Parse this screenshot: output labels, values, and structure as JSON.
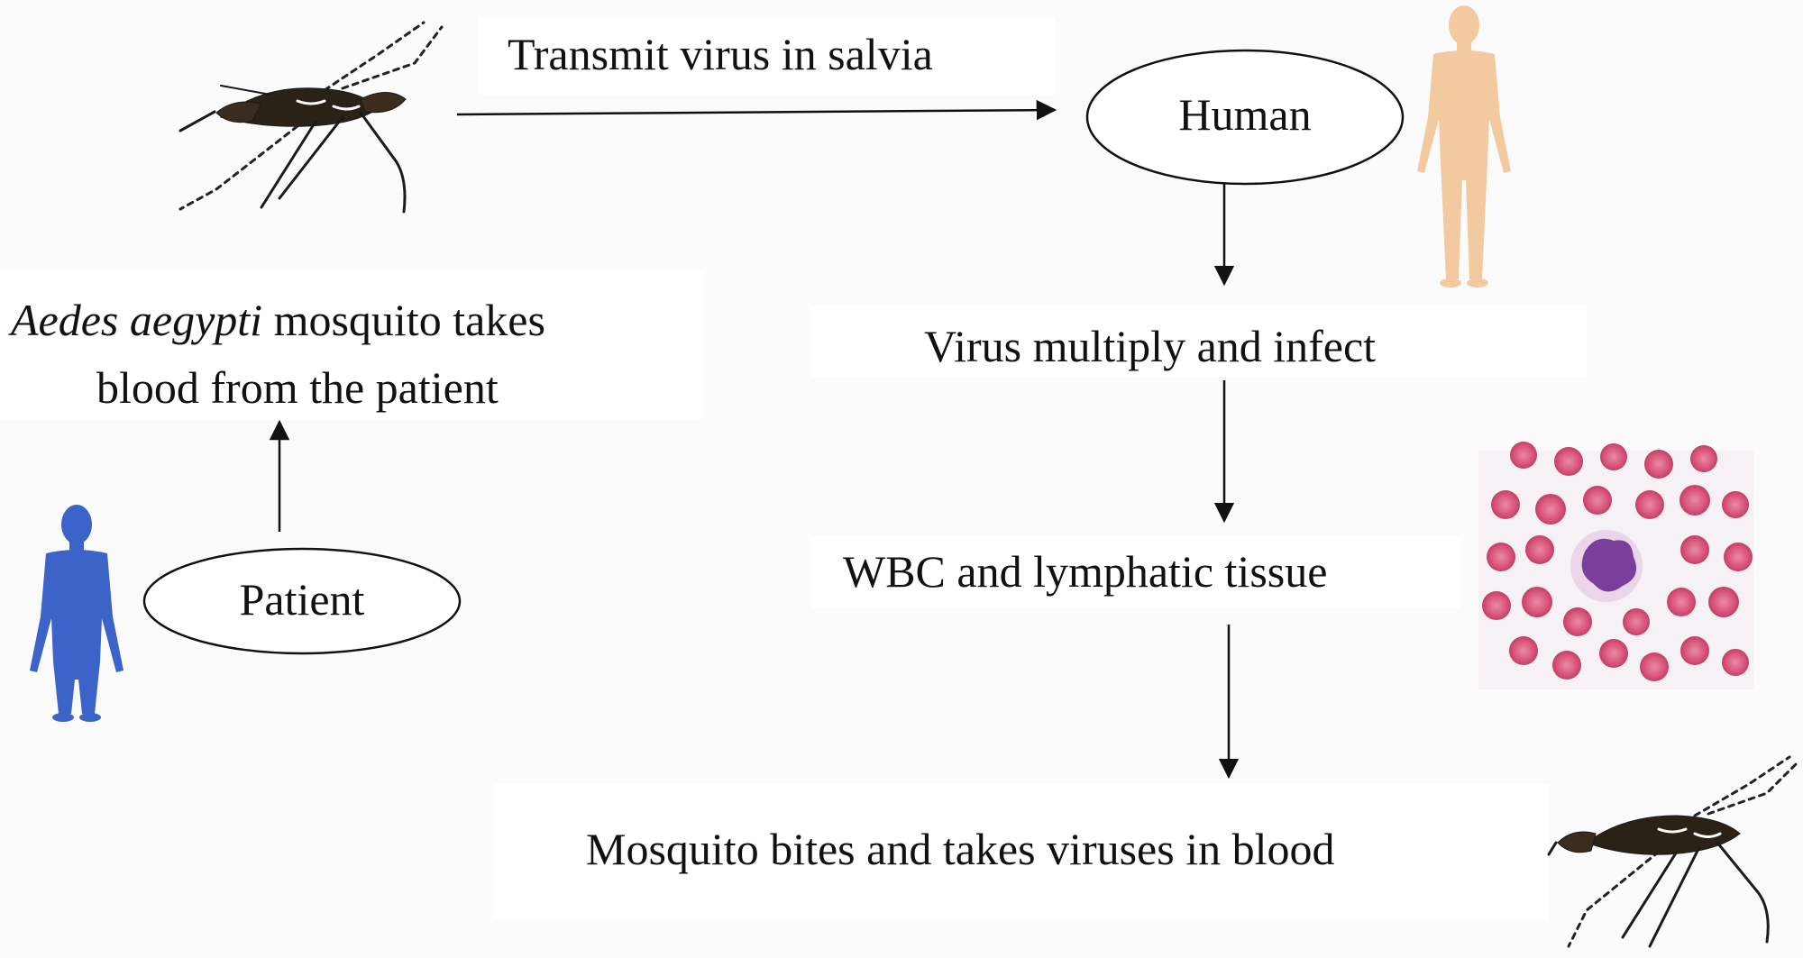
{
  "steps": {
    "transmit": "Transmit virus in salvia",
    "human": "Human",
    "multiply": "Virus multiply and  infect",
    "wbc": "WBC and lymphatic tissue",
    "bites": "Mosquito bites and takes viruses in blood",
    "takes_blood_species": "Aedes aegypti",
    "takes_blood_rest_line1": " mosquito takes",
    "takes_blood_line2": "blood from the patient",
    "patient": "Patient"
  },
  "icons": {
    "mosquito_top": "mosquito-icon",
    "mosquito_bottom": "mosquito-icon",
    "human_figure": "human-figure-icon",
    "patient_figure": "patient-figure-icon",
    "blood_smear": "blood-cells-image"
  },
  "colors": {
    "human_skin": "#f3c9a0",
    "patient_blue": "#3c63c8",
    "rbc": "#d9547a",
    "wbc_nucleus": "#7a3e9b",
    "background": "#fbfbfb"
  }
}
